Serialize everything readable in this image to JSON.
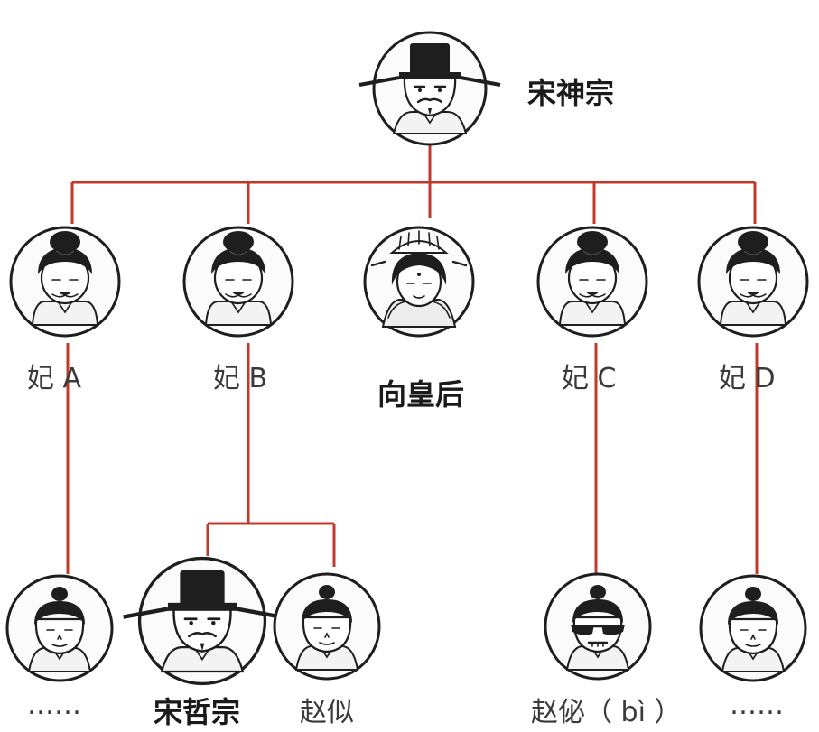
{
  "colors": {
    "connector": "#c0392b",
    "ink": "#1e1e1e",
    "label": "#3a3a3a"
  },
  "nodes": {
    "emperor": {
      "label": "宋神宗",
      "icon": "official-hat-face-icon"
    },
    "consort_a": {
      "label": "妃 A",
      "icon": "bun-hair-woman-icon"
    },
    "consort_b": {
      "label": "妃 B",
      "icon": "bun-hair-woman-icon"
    },
    "empress": {
      "label": "向皇后",
      "icon": "crowned-empress-icon"
    },
    "consort_c": {
      "label": "妃 C",
      "icon": "bun-hair-woman-icon"
    },
    "consort_d": {
      "label": "妃 D",
      "icon": "bun-hair-woman-icon"
    },
    "child_a": {
      "label": "……",
      "icon": "topknot-boy-icon"
    },
    "zhezong": {
      "label": "宋哲宗",
      "icon": "official-hat-face-icon"
    },
    "zhao_si": {
      "label": "赵似",
      "icon": "topknot-boy-icon"
    },
    "zhao_bi": {
      "label": "赵佖（ bì ）",
      "icon": "sunglasses-boy-icon"
    },
    "child_d": {
      "label": "……",
      "icon": "topknot-boy-icon"
    }
  }
}
